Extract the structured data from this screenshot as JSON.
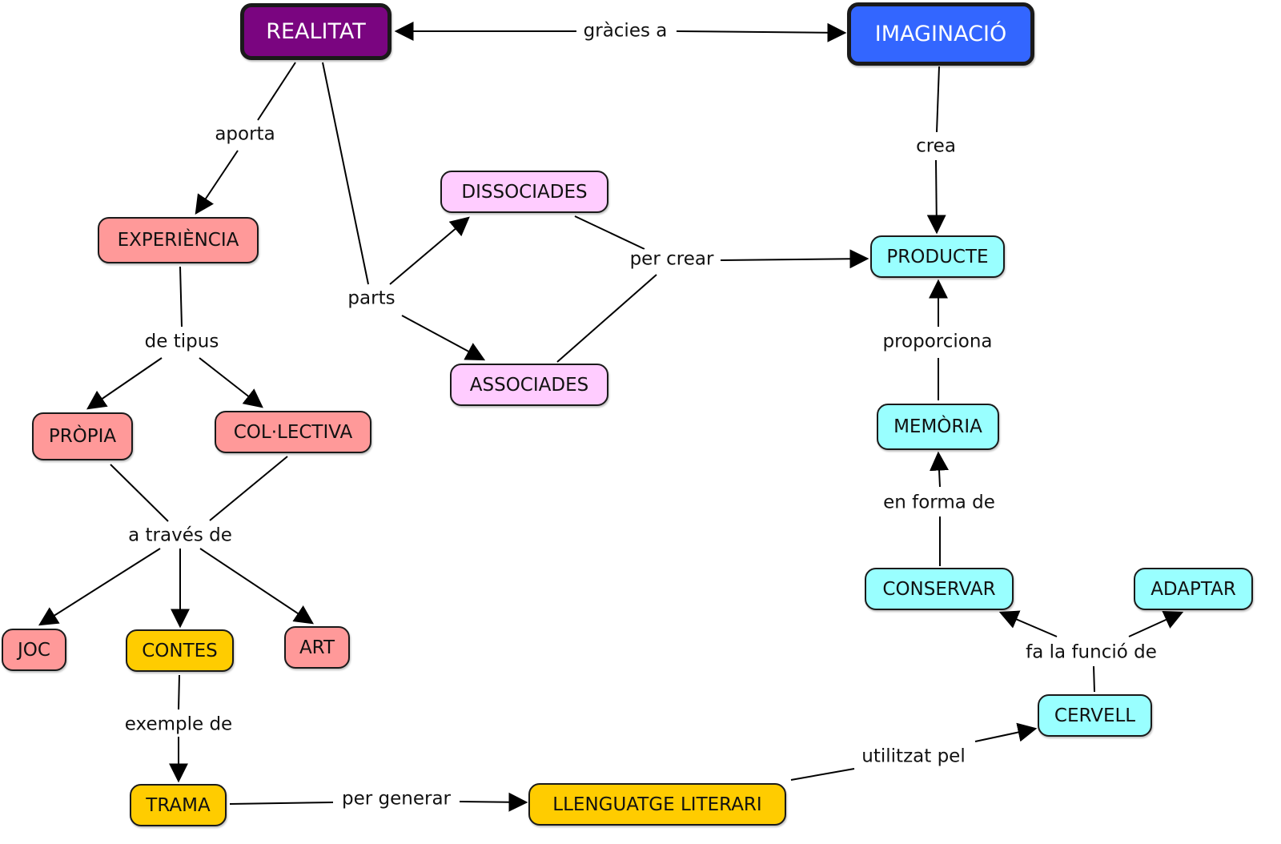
{
  "colors": {
    "realitat": "#7a0580",
    "imaginacio": "#3366ff",
    "salmon": "#ff9999",
    "gold": "#ffcc00",
    "pink": "#ffccff",
    "cyan": "#99ffff"
  },
  "nodes": {
    "realitat": "REALITAT",
    "imaginacio": "IMAGINACIÓ",
    "experiencia": "EXPERIÈNCIA",
    "dissociades": "DISSOCIADES",
    "associades": "ASSOCIADES",
    "producte": "PRODUCTE",
    "propia": "PRÒPIA",
    "col_lectiva": "COL·LECTIVA",
    "memoria": "MEMÒRIA",
    "conservar": "CONSERVAR",
    "adaptar": "ADAPTAR",
    "joc": "JOC",
    "contes": "CONTES",
    "art": "ART",
    "cervell": "CERVELL",
    "trama": "TRAMA",
    "llenguatge_literari": "LLENGUATGE LITERARI"
  },
  "links": {
    "gracies_a": "gràcies a",
    "aporta": "aporta",
    "crea": "crea",
    "parts": "parts",
    "per_crear": "per crear",
    "de_tipus": "de tipus",
    "proporciona": "proporciona",
    "a_traves_de": "a través de",
    "en_forma_de": "en forma de",
    "fa_la_funcio_de": "fa la funció de",
    "exemple_de": "exemple de",
    "utilitzat_pel": "utilitzat pel",
    "per_generar": "per generar"
  },
  "connections": [
    {
      "from": "realitat",
      "via": "gracies_a",
      "to": "imaginacio",
      "bidirectional": true
    },
    {
      "from": "realitat",
      "via": "aporta",
      "to": "experiencia"
    },
    {
      "from": "realitat",
      "via": "parts",
      "to": "dissociades"
    },
    {
      "from": "realitat",
      "via": "parts",
      "to": "associades"
    },
    {
      "from": "imaginacio",
      "via": "crea",
      "to": "producte"
    },
    {
      "from": "dissociades",
      "via": "per_crear",
      "to": "producte"
    },
    {
      "from": "associades",
      "via": "per_crear",
      "to": "producte"
    },
    {
      "from": "experiencia",
      "via": "de_tipus",
      "to": "propia"
    },
    {
      "from": "experiencia",
      "via": "de_tipus",
      "to": "col_lectiva"
    },
    {
      "from": "memoria",
      "via": "proporciona",
      "to": "producte"
    },
    {
      "from": "propia",
      "via": "a_traves_de",
      "to": "joc"
    },
    {
      "from": "col_lectiva",
      "via": "a_traves_de",
      "to": "contes"
    },
    {
      "from": "col_lectiva",
      "via": "a_traves_de",
      "to": "art"
    },
    {
      "from": "conservar",
      "via": "en_forma_de",
      "to": "memoria"
    },
    {
      "from": "cervell",
      "via": "fa_la_funcio_de",
      "to": "conservar"
    },
    {
      "from": "cervell",
      "via": "fa_la_funcio_de",
      "to": "adaptar"
    },
    {
      "from": "contes",
      "via": "exemple_de",
      "to": "trama"
    },
    {
      "from": "trama",
      "via": "per_generar",
      "to": "llenguatge_literari"
    },
    {
      "from": "llenguatge_literari",
      "via": "utilitzat_pel",
      "to": "cervell"
    }
  ]
}
